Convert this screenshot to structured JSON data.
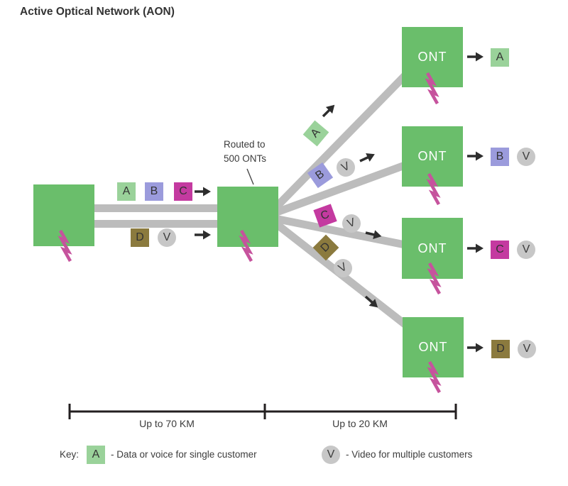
{
  "title": "Active Optical Network (AON)",
  "router_note": {
    "line1": "Routed to",
    "line2": "500 ONTs"
  },
  "inputs": {
    "top": [
      "A",
      "B",
      "C"
    ],
    "bottom": [
      "D",
      "V"
    ]
  },
  "branches": [
    {
      "letter": "A"
    },
    {
      "letter": "B",
      "video": "V"
    },
    {
      "letter": "C",
      "video": "V"
    },
    {
      "letter": "D",
      "video": "V"
    }
  ],
  "onts": [
    {
      "label": "ONT",
      "outputs": [
        "A"
      ]
    },
    {
      "label": "ONT",
      "outputs": [
        "B",
        "V"
      ]
    },
    {
      "label": "ONT",
      "outputs": [
        "C",
        "V"
      ]
    },
    {
      "label": "ONT",
      "outputs": [
        "D",
        "V"
      ]
    }
  ],
  "scale": {
    "left_label": "Up to 70 KM",
    "right_label": "Up to 20 KM"
  },
  "key": {
    "label": "Key:",
    "data_symbol": "A",
    "data_text": "- Data or voice for single customer",
    "video_symbol": "V",
    "video_text": "- Video for multiple customers"
  },
  "colors": {
    "box_green": "#6abe6b",
    "badge_green": "#9ad29a",
    "badge_purple": "#9b9bdc",
    "badge_magenta": "#c43aa0",
    "badge_olive": "#8b7a3e",
    "badge_gray": "#c7c7c7",
    "line_gray": "#bcbcbc",
    "bolt_pink": "#c6539d",
    "arrow_dark": "#2d2d2d",
    "text_dark": "#333333"
  }
}
